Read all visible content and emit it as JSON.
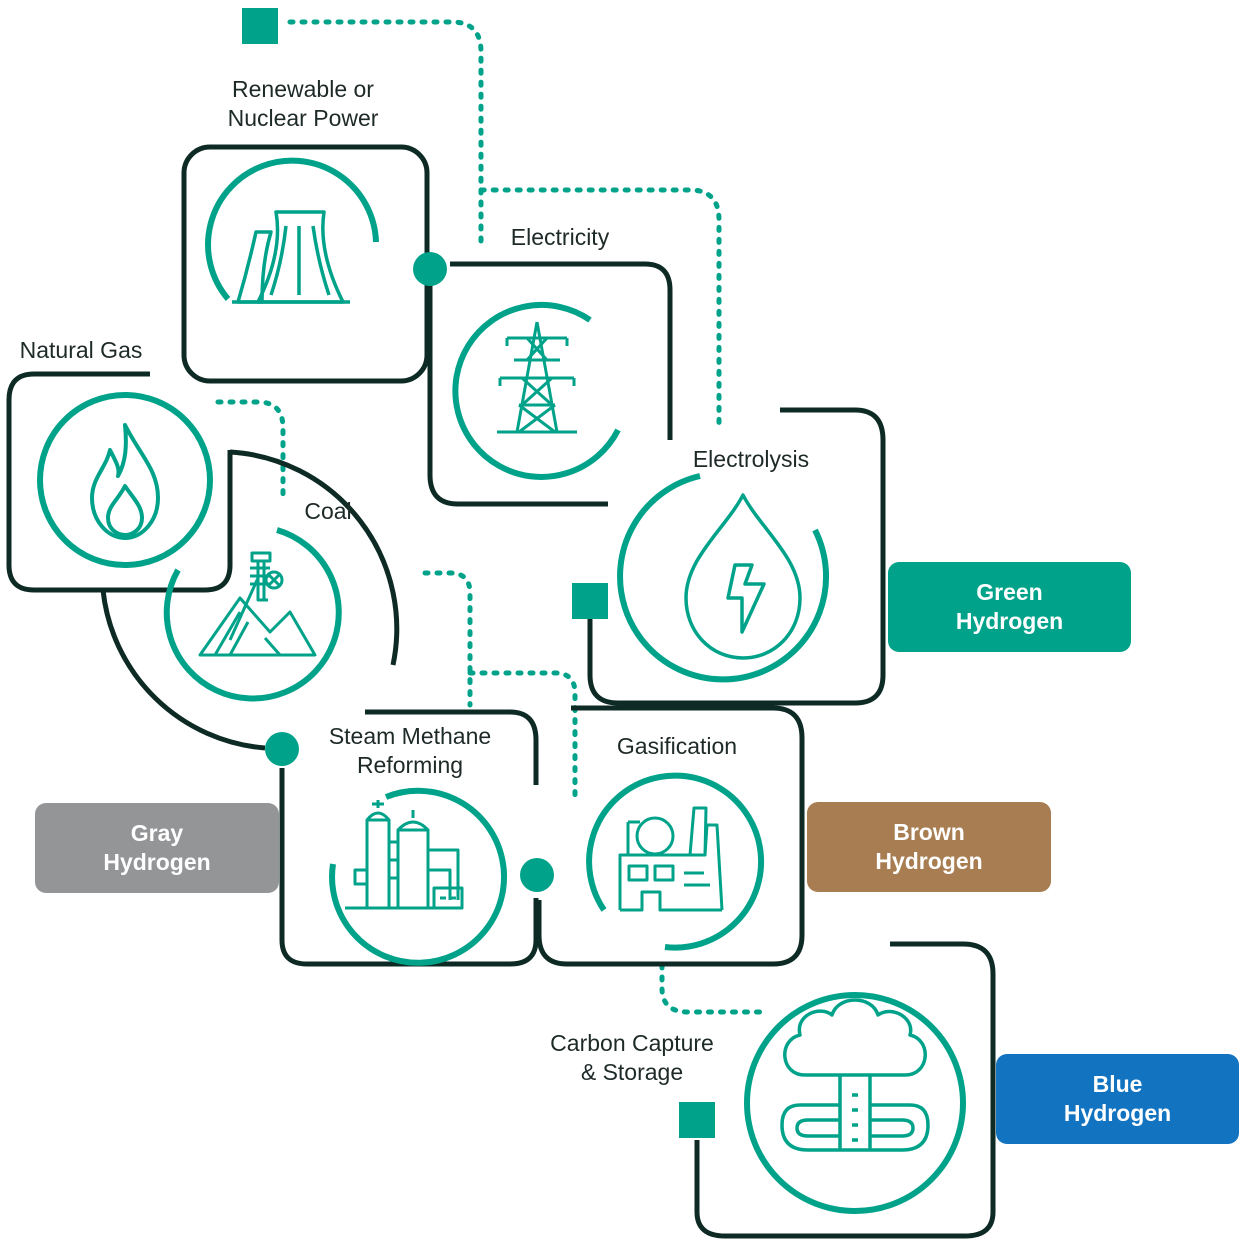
{
  "colors": {
    "teal": "#00A38A",
    "outline": "#0E2A24",
    "gray": "#949597",
    "brown": "#A87D51",
    "blue": "#1273C0"
  },
  "sources": {
    "renewable": {
      "line1": "Renewable or",
      "line2": "Nuclear Power",
      "icon": "cooling-tower-icon"
    },
    "natural_gas": {
      "label": "Natural Gas",
      "icon": "flame-icon"
    },
    "coal": {
      "label": "Coal",
      "icon": "coal-mine-icon"
    }
  },
  "processes": {
    "electricity": {
      "label": "Electricity",
      "icon": "power-pylon-icon"
    },
    "electrolysis": {
      "label": "Electrolysis",
      "icon": "water-drop-lightning-icon"
    },
    "smr": {
      "line1": "Steam Methane",
      "line2": "Reforming",
      "icon": "refinery-icon"
    },
    "gasification": {
      "label": "Gasification",
      "icon": "factory-icon"
    },
    "ccs": {
      "line1": "Carbon Capture",
      "line2": "& Storage",
      "icon": "underground-storage-icon"
    }
  },
  "hydrogen_types": {
    "green": {
      "line1": "Green",
      "line2": "Hydrogen"
    },
    "gray": {
      "line1": "Gray",
      "line2": "Hydrogen"
    },
    "brown": {
      "line1": "Brown",
      "line2": "Hydrogen"
    },
    "blue": {
      "line1": "Blue",
      "line2": "Hydrogen"
    }
  }
}
